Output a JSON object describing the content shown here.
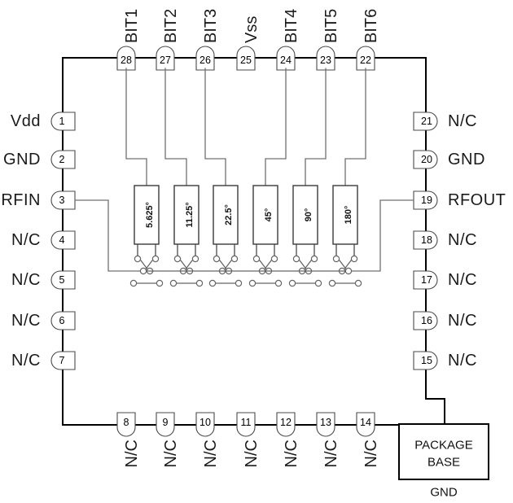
{
  "diagram": {
    "kind": "ic-functional-block-diagram",
    "package_base": {
      "title_line1": "PACKAGE",
      "title_line2": "BASE",
      "ground_label": "GND"
    }
  },
  "pins": {
    "left": [
      {
        "number": "1",
        "label": "Vdd"
      },
      {
        "number": "2",
        "label": "GND"
      },
      {
        "number": "3",
        "label": "RFIN"
      },
      {
        "number": "4",
        "label": "N/C"
      },
      {
        "number": "5",
        "label": "N/C"
      },
      {
        "number": "6",
        "label": "N/C"
      },
      {
        "number": "7",
        "label": "N/C"
      }
    ],
    "bottom": [
      {
        "number": "8",
        "label": "N/C"
      },
      {
        "number": "9",
        "label": "N/C"
      },
      {
        "number": "10",
        "label": "N/C"
      },
      {
        "number": "11",
        "label": "N/C"
      },
      {
        "number": "12",
        "label": "N/C"
      },
      {
        "number": "13",
        "label": "N/C"
      },
      {
        "number": "14",
        "label": "N/C"
      }
    ],
    "right": [
      {
        "number": "15",
        "label": "N/C"
      },
      {
        "number": "16",
        "label": "N/C"
      },
      {
        "number": "17",
        "label": "N/C"
      },
      {
        "number": "18",
        "label": "N/C"
      },
      {
        "number": "19",
        "label": "RFOUT"
      },
      {
        "number": "20",
        "label": "GND"
      },
      {
        "number": "21",
        "label": "N/C"
      }
    ],
    "top": [
      {
        "number": "22",
        "label": "BIT6"
      },
      {
        "number": "23",
        "label": "BIT5"
      },
      {
        "number": "24",
        "label": "BIT4"
      },
      {
        "number": "25",
        "label": "Vss"
      },
      {
        "number": "26",
        "label": "BIT3"
      },
      {
        "number": "27",
        "label": "BIT2"
      },
      {
        "number": "28",
        "label": "BIT1"
      }
    ]
  },
  "phase_shifters": [
    {
      "label": "5.625°",
      "control_pin": "28",
      "control_label": "BIT1"
    },
    {
      "label": "11.25°",
      "control_pin": "27",
      "control_label": "BIT2"
    },
    {
      "label": "22.5°",
      "control_pin": "26",
      "control_label": "BIT3"
    },
    {
      "label": "45°",
      "control_pin": "24",
      "control_label": "BIT4"
    },
    {
      "label": "90°",
      "control_pin": "23",
      "control_label": "BIT5"
    },
    {
      "label": "180°",
      "control_pin": "22",
      "control_label": "BIT6"
    }
  ],
  "colors": {
    "outline": "#000000",
    "wire": "#707070",
    "pin_stroke": "#4a4a4a",
    "text": "#1a1a1a",
    "background": "#ffffff"
  }
}
